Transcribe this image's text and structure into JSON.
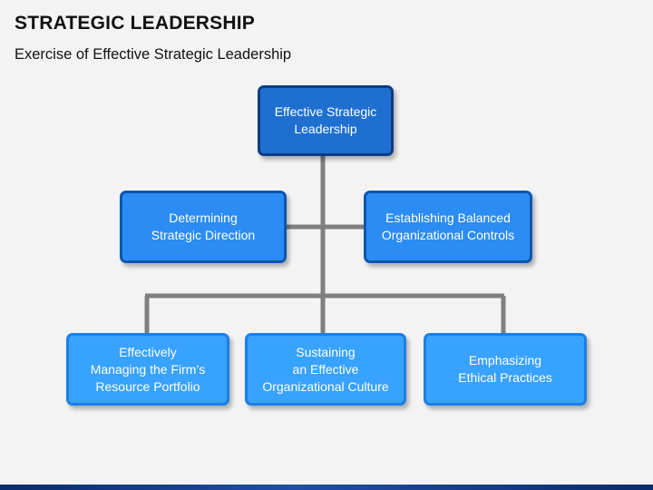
{
  "header": {
    "title": "STRATEGIC LEADERSHIP",
    "subtitle": "Exercise of Effective Strategic Leadership"
  },
  "diagram": {
    "root": {
      "label": "Effective Strategic\nLeadership"
    },
    "level2": [
      {
        "label": "Determining\nStrategic Direction"
      },
      {
        "label": "Establishing Balanced\nOrganizational Controls"
      }
    ],
    "level3": [
      {
        "label": "Effectively\nManaging the Firm’s\nResource Portfolio"
      },
      {
        "label": "Sustaining\nan Effective\nOrganizational Culture"
      },
      {
        "label": "Emphasizing\nEthical Practices"
      }
    ]
  },
  "colors": {
    "connector": "#7f7f7f",
    "root_fill": "#1e6fd0",
    "mid_fill": "#2b8cf4",
    "leaf_fill": "#38a2ff"
  }
}
